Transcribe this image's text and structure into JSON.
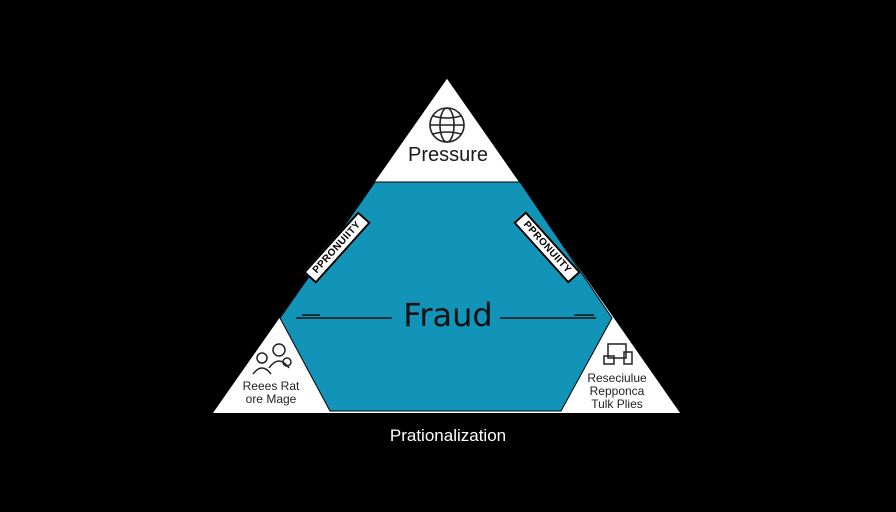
{
  "diagram": {
    "top_label": "Pressure",
    "center_label": "Fraud",
    "bottom_label": "Prationalization",
    "left_edge_tag": "PPRONUIITY",
    "right_edge_tag": "PPRONUIITY",
    "left_corner": {
      "line1": "Reees Rat",
      "line2": "ore Mage",
      "icon": "people-icon"
    },
    "right_corner": {
      "line1": "Reseciulue",
      "line2": "Repponca",
      "line3": "Tulk Plies",
      "icon": "devices-icon"
    },
    "top_icon": "globe-icon",
    "colors": {
      "background": "#000000",
      "triangle": "#ffffff",
      "center": "#1293b8",
      "outline": "#000000"
    }
  }
}
